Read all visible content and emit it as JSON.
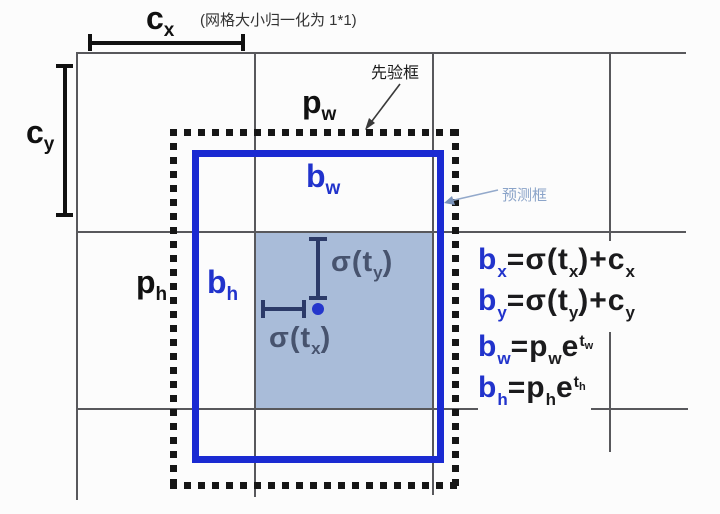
{
  "grid_note": "(网格大小归一化为 1*1)",
  "callouts": {
    "anchor_box": "先验框",
    "predicted_box": "预测框"
  },
  "measures": {
    "cx": {
      "base": "c",
      "sub": "x"
    },
    "cy": {
      "base": "c",
      "sub": "y"
    },
    "pw": {
      "base": "p",
      "sub": "w"
    },
    "ph": {
      "base": "p",
      "sub": "h"
    },
    "bw": {
      "base": "b",
      "sub": "w"
    },
    "bh": {
      "base": "b",
      "sub": "h"
    }
  },
  "offsets": {
    "sigma_ty": {
      "pre": "σ(t",
      "sub": "y",
      "post": ")"
    },
    "sigma_tx": {
      "pre": "σ(t",
      "sub": "x",
      "post": ")"
    }
  },
  "equations": [
    {
      "b": "b",
      "b_sub": "x",
      "mid": "=σ(t",
      "mid_sub": "x",
      "tail": ")+c",
      "tail_sub": "x"
    },
    {
      "b": "b",
      "b_sub": "y",
      "mid": "=σ(t",
      "mid_sub": "y",
      "tail": ")+c",
      "tail_sub": "y"
    },
    {
      "b": "b",
      "b_sub": "w",
      "mid": "=p",
      "mid_sub": "w",
      "e": "e",
      "sup": "t",
      "sup_sub": "w"
    },
    {
      "b": "b",
      "b_sub": "h",
      "mid": "=p",
      "mid_sub": "h",
      "e": "e",
      "sup": "t",
      "sup_sub": "h"
    }
  ],
  "colors": {
    "predicted_box_blue": "#1a2ad2",
    "cell_fill": "#a9bcd9",
    "equation_blue": "#2133cc",
    "ink": "#1b1b1d",
    "grid_line": "#58585c",
    "sigma_ink": "#47536e",
    "callout_light_blue": "#8ba4c9",
    "center_dot": "#2436cc"
  }
}
